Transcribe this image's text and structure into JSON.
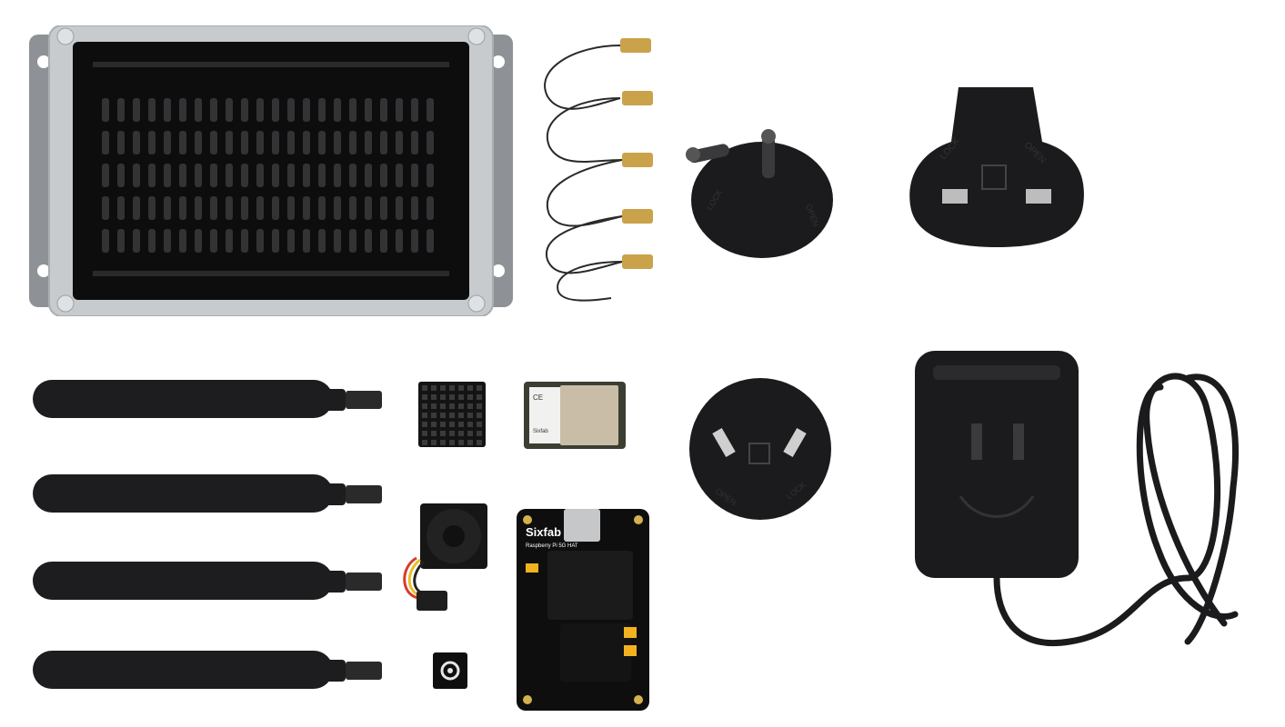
{
  "board": {
    "brand": "Sixfab",
    "subtitle": "Raspberry Pi 5G HAT"
  },
  "module": {
    "brand": "Sixfab",
    "mark": "CE"
  },
  "adapters": {
    "open_text": "OPEN",
    "lock_text": "LOCK"
  },
  "colors": {
    "background": "#ffffff",
    "enclosure_gray": "#8e9296",
    "plastic_black": "#1b1b1d",
    "connector_gold": "#c9a24a",
    "pcb_black": "#0e0e0e"
  }
}
